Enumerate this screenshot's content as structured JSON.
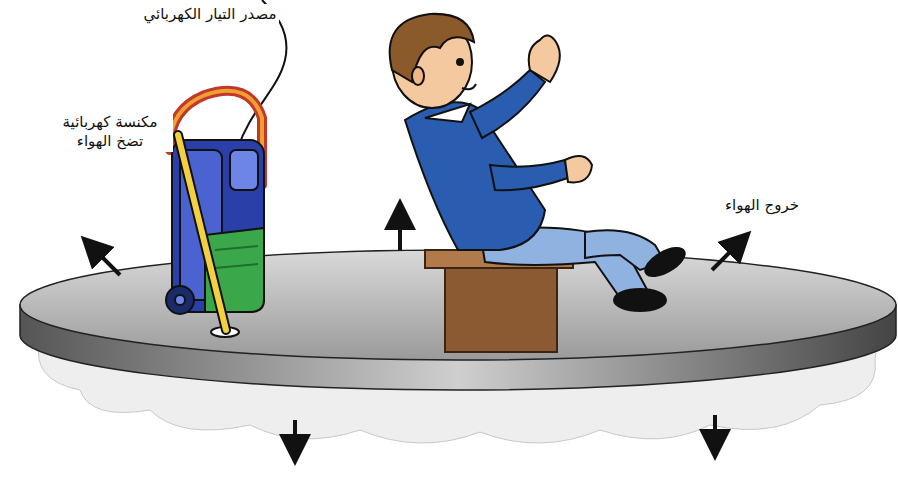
{
  "diagram": {
    "labels": [
      "مصدر التيار الكهربائي",
      "مكنسة كهربائية تضخ الهواء",
      "خروج الهواء"
    ]
  }
}
